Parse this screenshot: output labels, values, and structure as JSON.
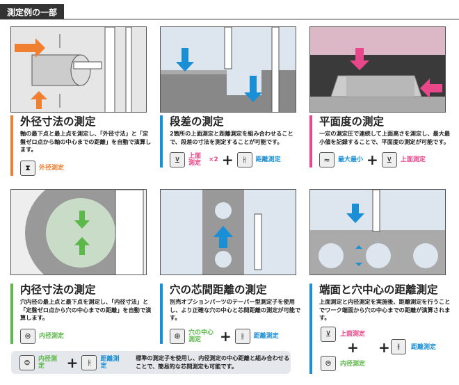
{
  "header": {
    "title": "測定例の一部"
  },
  "colors": {
    "orange": "#f08030",
    "blue": "#1b8fd6",
    "pink": "#e8488a",
    "green": "#5cb84a"
  },
  "cards": [
    {
      "title": "外径寸法の測定",
      "desc": "軸の最下点と最上点を測定し、「外径寸法」と「定盤ゼロ点から軸の中心までの距離」を自動で演算します。",
      "icons": [
        {
          "icon": "outer-diameter-icon",
          "label": "外径測定"
        }
      ]
    },
    {
      "title": "段差の測定",
      "desc": "2箇所の上面測定と距離測定を組み合わせることで、段差の寸法を測定することが可能です。",
      "icons": [
        {
          "icon": "top-surface-icon",
          "label": "上面測定",
          "mult": "×2"
        },
        {
          "icon": "distance-icon",
          "label": "距離測定"
        }
      ]
    },
    {
      "title": "平面度の測定",
      "desc": "一定の測定圧で連続して上面高さを測定し、最大最小値を記録することで、平面度の測定が可能です。",
      "icons": [
        {
          "icon": "max-min-icon",
          "label": "最大最小"
        },
        {
          "icon": "top-surface-icon",
          "label": "上面測定"
        }
      ]
    },
    {
      "title": "内径寸法の測定",
      "desc": "穴内径の最上点と最下点を測定し、「内径寸法」と「定盤ゼロ点から穴の中心までの距離」を自動で演算します。",
      "icons": [
        {
          "icon": "inner-diameter-icon",
          "label": "内径測定"
        }
      ]
    },
    {
      "title": "穴の芯間距離の測定",
      "desc": "別売オプションパーツのテーパー型測定子を使用し、より正確な穴の中心と芯間距離の測定が可能です。",
      "icons": [
        {
          "icon": "hole-center-icon",
          "label": "穴の中心測定"
        },
        {
          "icon": "distance-icon",
          "label": "距離測定"
        }
      ]
    },
    {
      "title": "端面と穴中心の距離測定",
      "desc": "上面測定と内径測定を実施後、距離測定を行うことでワーク端面から穴の中心までの距離が演算されます。",
      "icons": [
        {
          "icon": "top-surface-icon",
          "label": "上面測定"
        },
        {
          "icon": "inner-diameter-icon",
          "label": "内径測定"
        },
        {
          "icon": "distance-icon",
          "label": "距離測定"
        }
      ]
    }
  ],
  "note": {
    "label1": "内径測定",
    "label2": "距離測定",
    "text": "標準の測定子を使用し、内径測定の中心距離と組み合わせることで、簡易的な芯間測定も可能です。"
  }
}
